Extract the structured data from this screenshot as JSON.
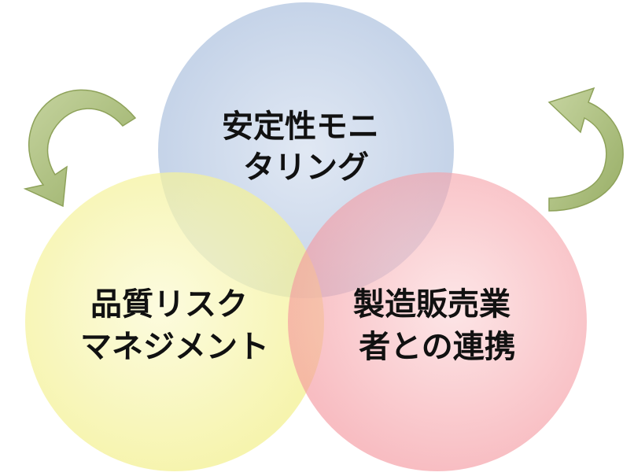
{
  "diagram": {
    "circles": [
      {
        "id": "top",
        "lines": [
          "安定性モニ",
          "タリング"
        ],
        "color": "#c5d3e8"
      },
      {
        "id": "left",
        "lines": [
          "品質リスク",
          "マネジメント"
        ],
        "color": "#f5f3a0"
      },
      {
        "id": "right",
        "lines": [
          "製造販売業",
          "者との連携"
        ],
        "color": "#f6a7ad"
      }
    ],
    "arrows": [
      {
        "id": "left-arrow",
        "icon": "curved-arrow-icon",
        "direction": "counterclockwise",
        "color": "#a9bd7a"
      },
      {
        "id": "right-arrow",
        "icon": "curved-arrow-icon",
        "direction": "clockwise",
        "color": "#a9bd7a"
      }
    ]
  }
}
